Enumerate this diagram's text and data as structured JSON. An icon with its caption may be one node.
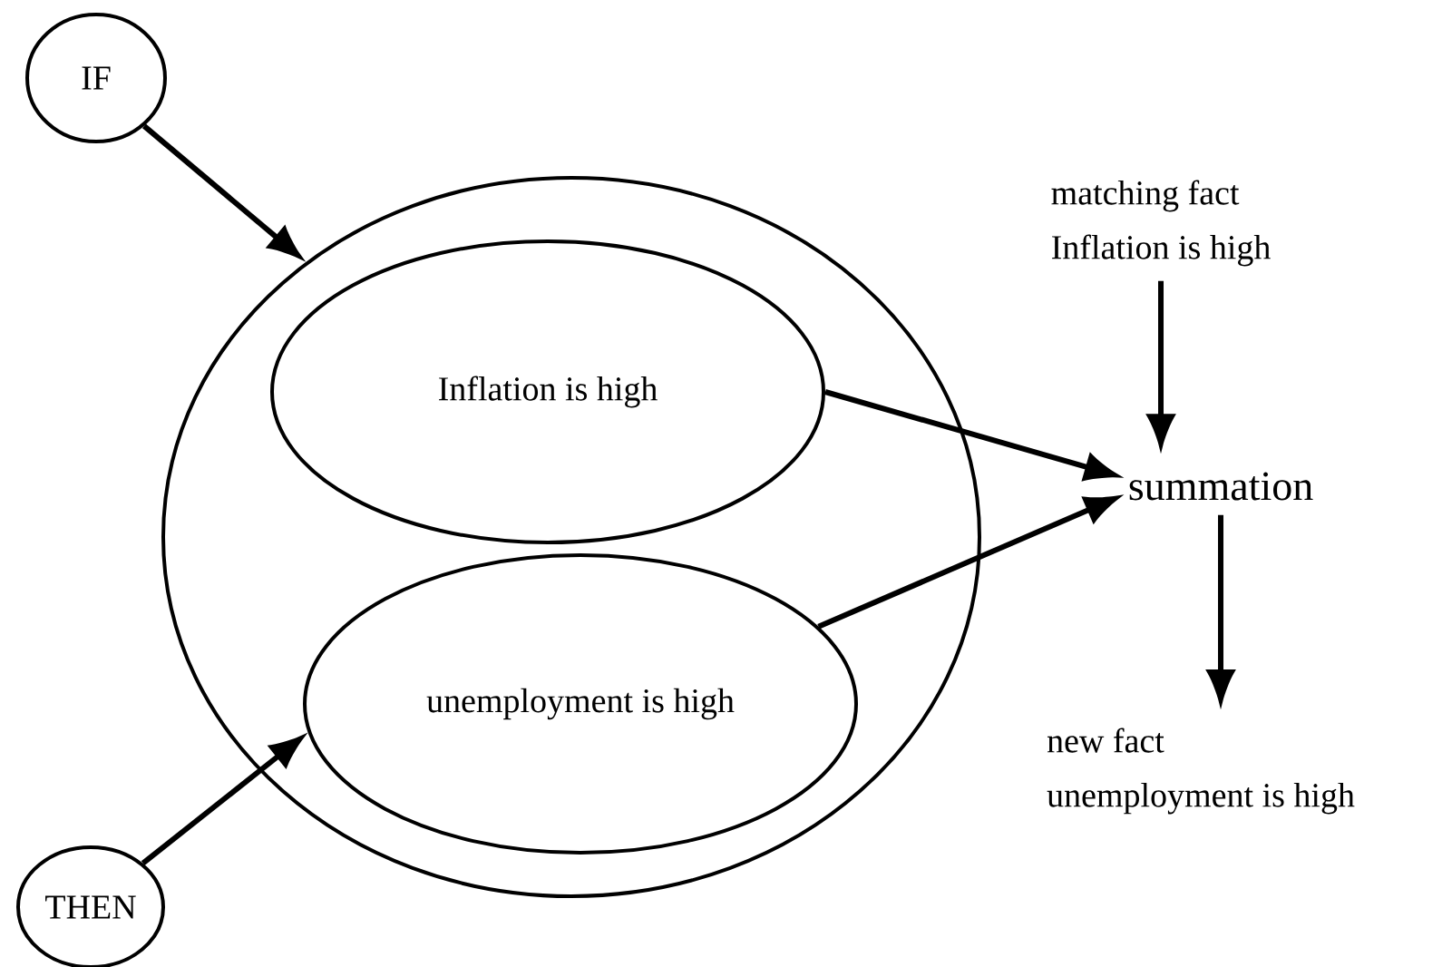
{
  "diagram": {
    "nodes": [
      {
        "text": [
          "IF"
        ]
      },
      {
        "text": [],
        "shape": "ellipse"
      },
      {
        "text": [
          "Inflation is high"
        ],
        "in": 1
      },
      {
        "text": [
          "unemployment is high"
        ],
        "in": 1
      },
      {
        "text": [
          "THEN"
        ]
      },
      {
        "text": [
          "matching fact",
          "Inflation is high"
        ]
      },
      {
        "text": [
          "summation"
        ]
      },
      {
        "text": [
          "new fact",
          "unemployment is high"
        ]
      }
    ],
    "edges": [
      {
        "from": 0,
        "to": 1,
        "arrow": "to"
      },
      {
        "from": 4,
        "to": 3,
        "arrow": "to"
      },
      {
        "from": 2,
        "to": 6,
        "arrow": "to"
      },
      {
        "from": 3,
        "to": 6,
        "arrow": "to"
      },
      {
        "from": 5,
        "to": 6,
        "arrow": "to"
      },
      {
        "from": 6,
        "to": 7,
        "arrow": "to"
      }
    ]
  }
}
